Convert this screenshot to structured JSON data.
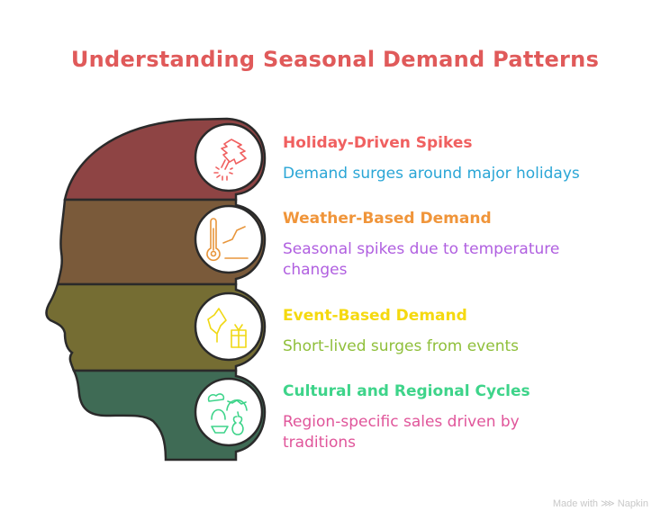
{
  "title": "Understanding Seasonal Demand Patterns",
  "items": [
    {
      "heading": "Holiday-Driven Spikes",
      "description": "Demand surges around major holidays",
      "icon": "christmas-tree-icon",
      "heading_color": "#f06060",
      "description_color": "#2aa6d6",
      "band_color": "#8e4444"
    },
    {
      "heading": "Weather-Based Demand",
      "description": "Seasonal spikes due to temperature changes",
      "icon": "thermometer-trend-icon",
      "heading_color": "#f0953a",
      "description_color": "#b05fe0",
      "band_color": "#7a5a3a"
    },
    {
      "heading": "Event-Based Demand",
      "description": "Short-lived surges from events",
      "icon": "party-gift-icon",
      "heading_color": "#f5d90f",
      "description_color": "#8fbf3a",
      "band_color": "#756d33"
    },
    {
      "heading": "Cultural and Regional Cycles",
      "description": "Region-specific sales driven by traditions",
      "icon": "landscape-culture-icon",
      "heading_color": "#3ed48a",
      "description_color": "#e0559a",
      "band_color": "#3f6b55"
    }
  ],
  "footer": "Made with ⋙ Napkin"
}
